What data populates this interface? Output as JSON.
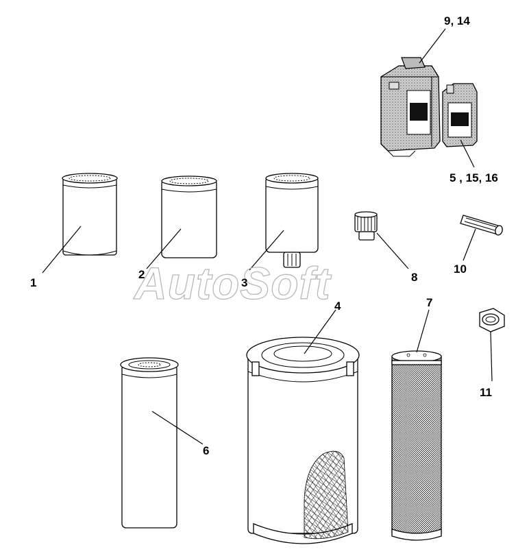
{
  "watermark": "AutoSoft",
  "callouts": {
    "c1": "1",
    "c2": "2",
    "c3": "3",
    "c4": "4",
    "c5": "5 , 15, 16",
    "c6": "6",
    "c7": "7",
    "c8": "8",
    "c9": "9, 14",
    "c10": "10",
    "c11": "11"
  },
  "colors": {
    "ink": "#000000",
    "watermark": "#b8b8b8",
    "background": "#ffffff"
  }
}
